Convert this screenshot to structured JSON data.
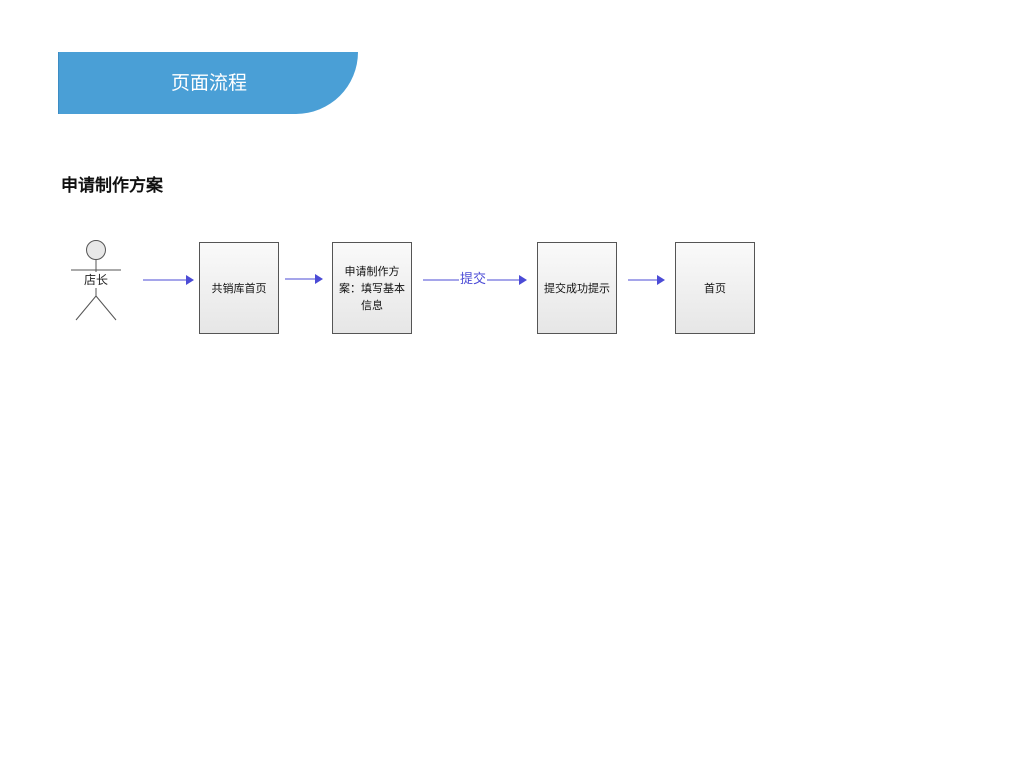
{
  "header": {
    "title": "页面流程"
  },
  "section": {
    "heading": "申请制作方案"
  },
  "flow": {
    "actor": {
      "label": "店长",
      "icon": "actor-icon"
    },
    "nodes": [
      {
        "label": "共销库首页"
      },
      {
        "label": "申请制作方案：填写基本信息"
      },
      {
        "label": "提交成功提示"
      },
      {
        "label": "首页"
      }
    ],
    "edges": [
      {
        "from": "店长",
        "to": "共销库首页",
        "label": ""
      },
      {
        "from": "共销库首页",
        "to": "申请制作方案：填写基本信息",
        "label": ""
      },
      {
        "from": "申请制作方案：填写基本信息",
        "to": "提交成功提示",
        "label": "提交"
      },
      {
        "from": "提交成功提示",
        "to": "首页",
        "label": ""
      }
    ]
  },
  "colors": {
    "banner": "#4a9fd6",
    "arrow": "#4b4bd6",
    "node_border": "#555555"
  }
}
